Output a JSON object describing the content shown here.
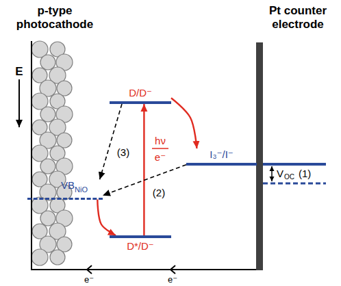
{
  "diagram": {
    "nodes": [
      {
        "text": [
          "p-type photocathode"
        ]
      },
      {
        "text": [
          "Pt counter electrode"
        ]
      },
      {
        "text": [
          "D/D⁻"
        ]
      },
      {
        "text": [
          "I₃⁻/I⁻"
        ]
      },
      {
        "text": [
          "VB",
          "NiO"
        ]
      },
      {
        "text": [
          "D*/D⁻"
        ]
      }
    ],
    "edges": [
      {
        "from": 4,
        "to": 5,
        "arrow": "to"
      },
      {
        "from": 5,
        "to": 2,
        "arrow": "to"
      },
      {
        "from": 2,
        "to": 3,
        "arrow": "to"
      },
      {
        "from": 3,
        "to": 4,
        "arrow": "to",
        "label": "(2)"
      },
      {
        "from": 2,
        "to": 4,
        "arrow": "to",
        "label": "(3)"
      }
    ],
    "labels": [
      "E",
      "hν",
      "e⁻",
      "V",
      "OC",
      "(1)",
      "e⁻",
      "e⁻"
    ]
  }
}
